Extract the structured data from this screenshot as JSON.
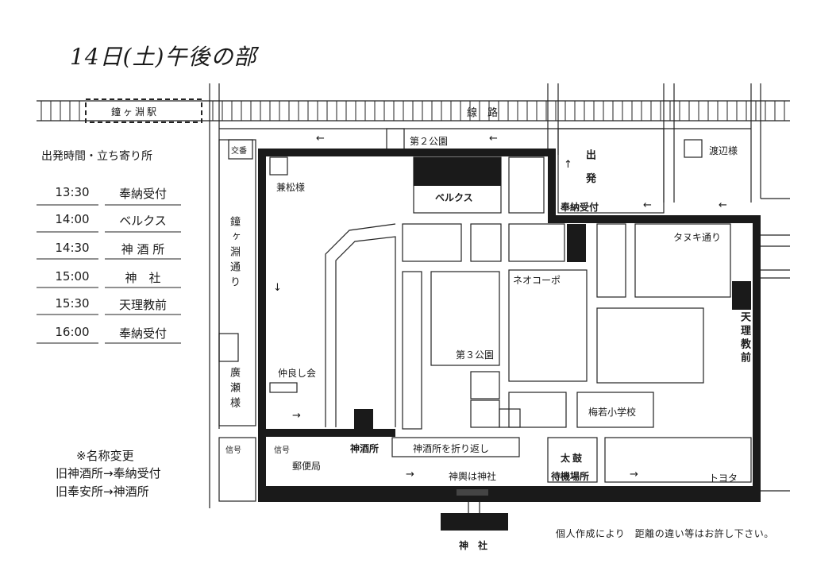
{
  "title": "14日(土)午後の部",
  "schedule": {
    "header": "出発時間・立ち寄り所",
    "rows": [
      {
        "time": "13:30",
        "place": "奉納受付"
      },
      {
        "time": "14:00",
        "place": "ベルクス"
      },
      {
        "time": "14:30",
        "place": "神 酒 所"
      },
      {
        "time": "15:00",
        "place": "神　社"
      },
      {
        "time": "15:30",
        "place": "天理教前"
      },
      {
        "time": "16:00",
        "place": "奉納受付"
      }
    ]
  },
  "notes": {
    "head": "※名称変更",
    "line1": "旧神酒所→奉納受付",
    "line2": "旧奉安所→神酒所"
  },
  "footer": "個人作成により　距離の違い等はお許し下さい。",
  "map": {
    "station": "鐘ヶ淵駅",
    "railway": "線　路",
    "park2": "第２公園",
    "kouban": "交番",
    "kanematsu": "兼松様",
    "berukusu": "ベルクス",
    "departure": "出 発",
    "hounou": "奉納受付",
    "watanabe": "渡辺様",
    "tanuki": "タヌキ通り",
    "neo": "ネオコーポ",
    "kanegafuchi_street": "鐘ヶ淵通り",
    "hirose": "廣瀬様",
    "nakayoshi": "仲良し会",
    "park3": "第３公園",
    "tenrikyo": "天理教前",
    "umewaka": "梅若小学校",
    "signal1": "信号",
    "signal2": "信号",
    "shinshusho": "神酒所",
    "orikaeshi": "神酒所を折り返し",
    "yubinkyoku": "郵便局",
    "mikoshi": "神輿は神社",
    "taiko": "太鼓",
    "taiko2": "待機場所",
    "toyota": "トヨタ",
    "jinja": "神　社"
  }
}
